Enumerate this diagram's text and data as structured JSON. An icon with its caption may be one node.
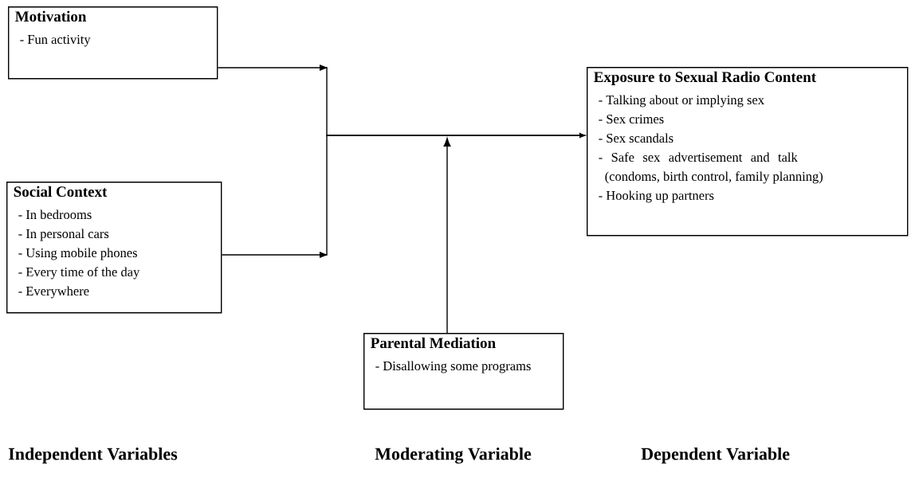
{
  "diagram": {
    "nodes": [
      {
        "text": [
          "Motivation",
          "- Fun activity"
        ]
      },
      {
        "text": [
          "Social Context",
          "- In bedrooms",
          "- In personal cars",
          "- Using mobile phones",
          "- Every time of the day",
          "- Everywhere"
        ]
      },
      {
        "text": [
          "Exposure to Sexual Radio Content",
          "- Talking about or implying sex",
          "- Sex crimes",
          "- Sex scandals",
          "- Safe sex advertisement and talk (condoms, birth control, family planning)",
          "- Hooking up partners"
        ]
      },
      {
        "text": [
          "Parental Mediation",
          "- Disallowing some programs"
        ]
      }
    ],
    "edges": [
      {
        "from": 0,
        "to": 2,
        "arrow": "to"
      },
      {
        "from": 1,
        "to": 2,
        "arrow": "to"
      },
      {
        "from": 3,
        "to": null,
        "arrow": "to"
      }
    ],
    "labels": [
      "Independent Variables",
      "Moderating Variable",
      "Dependent Variable"
    ]
  }
}
